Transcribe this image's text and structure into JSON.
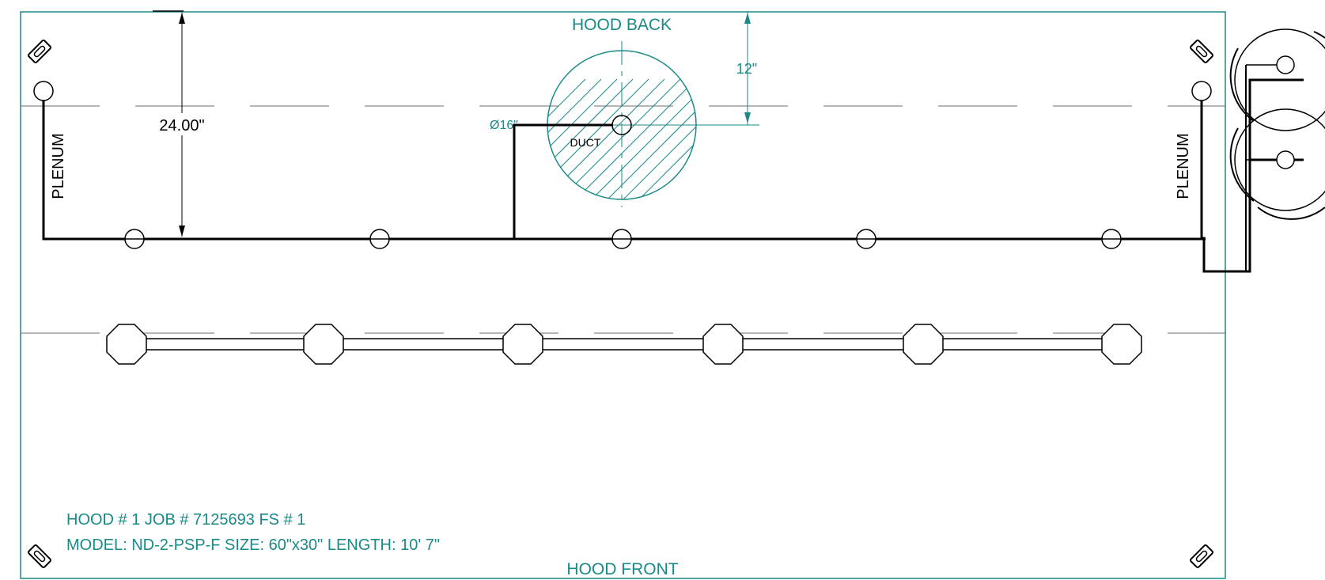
{
  "colors": {
    "accent_teal": "#1a8a87",
    "line_black": "#000000",
    "dash_gray": "#6e6e6e",
    "background": "#ffffff"
  },
  "labels": {
    "hood_back": "HOOD BACK",
    "hood_front": "HOOD FRONT",
    "plenum_left": "PLENUM",
    "plenum_right": "PLENUM",
    "duct": "DUCT",
    "duct_diameter": "Ø16\"",
    "dim_depth": "24.00\"",
    "dim_offset": "12\""
  },
  "title_block": {
    "line1": "HOOD # 1 JOB # 7125693 FS # 1",
    "line2": "MODEL: ND-2-PSP-F SIZE: 60\"x30\" LENGTH: 10' 7\""
  },
  "icons": {
    "corner_marker": "pencil-eraser-icon",
    "pipe_nozzle": "circle-nozzle-icon",
    "fusible_link": "octagon-link-icon",
    "tank": "cylinder-tank-icon"
  },
  "drawing": {
    "nozzle_count": 5,
    "fusible_link_count": 6,
    "tank_count": 2
  }
}
